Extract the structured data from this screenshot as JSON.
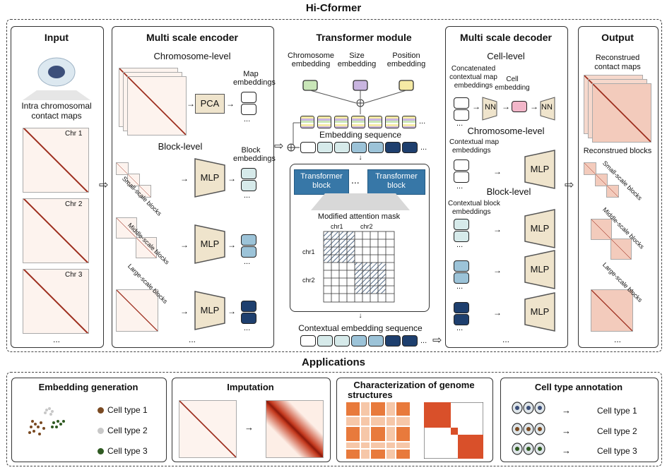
{
  "title": "Hi-Cformer",
  "applications_title": "Applications",
  "input": {
    "header": "Input",
    "caption_line1": "Intra chromosomal",
    "caption_line2": "contact maps",
    "chr_labels": [
      "Chr 1",
      "Chr 2",
      "Chr 3"
    ],
    "ellipsis": "..."
  },
  "encoder": {
    "header": "Multi scale encoder",
    "chromosome_level": "Chromosome-level",
    "map_emb_line1": "Map",
    "map_emb_line2": "embeddings",
    "pca": "PCA",
    "block_level": "Block-level",
    "block_emb_line1": "Block",
    "block_emb_line2": "embeddings",
    "mlp": "MLP",
    "small_scale": "Small-scale blocks",
    "middle_scale": "Middle-scale blocks",
    "large_scale": "Large-scale blocks",
    "ellipsis": "..."
  },
  "transformer": {
    "header": "Transformer module",
    "chrom_emb_line1": "Chromosome",
    "chrom_emb_line2": "embedding",
    "size_emb_line1": "Size",
    "size_emb_line2": "embedding",
    "pos_emb_line1": "Position",
    "pos_emb_line2": "embedding",
    "embedding_sequence": "Embedding sequence",
    "block_label_line1": "Transformer",
    "block_label_line2": "block",
    "mask_title": "Modified attention mask",
    "chr1": "chr1",
    "chr2": "chr2",
    "contextual_seq": "Contextual embedding sequence",
    "ellipsis": "..."
  },
  "decoder": {
    "header": "Multi scale decoder",
    "cell_level": "Cell-level",
    "concat_line1": "Concatenated",
    "concat_line2": "contextual map",
    "concat_line3": "embeddings",
    "cell_emb_line1": "Cell",
    "cell_emb_line2": "embedding",
    "nn": "NN",
    "chromosome_level": "Chromosome-level",
    "ctx_map_line1": "Contextual map",
    "ctx_map_line2": "embeddings",
    "block_level": "Block-level",
    "ctx_block_line1": "Contextual block",
    "ctx_block_line2": "embeddings",
    "mlp": "MLP",
    "ellipsis": "..."
  },
  "output": {
    "header": "Output",
    "recon_maps_line1": "Reconstrued",
    "recon_maps_line2": "contact maps",
    "recon_blocks": "Reconstrued blocks",
    "small_scale": "Small-scale blocks",
    "middle_scale": "Middle-scale blocks",
    "large_scale": "Large-scale blocks",
    "ellipsis": "..."
  },
  "apps": [
    {
      "title": "Embedding generation",
      "legend": [
        "Cell type 1",
        "Cell type 2",
        "Cell type 3"
      ]
    },
    {
      "title": "Imputation"
    },
    {
      "title_line1": "Characterization of genome",
      "title_line2": "structures"
    },
    {
      "title": "Cell type annotation",
      "labels": [
        "Cell type 1",
        "Cell type 2",
        "Cell type 3"
      ]
    }
  ],
  "colors": {
    "teal_light": "#d6eaea",
    "blue_mid": "#9cc3d8",
    "blue_dark": "#1e3f6e",
    "transformer_block": "#3777a7",
    "mlp_fill": "#efe4cc",
    "hic_red": "#9b2a1a",
    "cell_type_1": "#7a4a22",
    "cell_type_2": "#c8c8c8",
    "cell_type_3": "#2f5a22",
    "chrom_emb": "#c9e6b8",
    "size_emb": "#c9b5e0",
    "pos_emb": "#f5eaa4",
    "cell_emb": "#f2b6c9"
  }
}
